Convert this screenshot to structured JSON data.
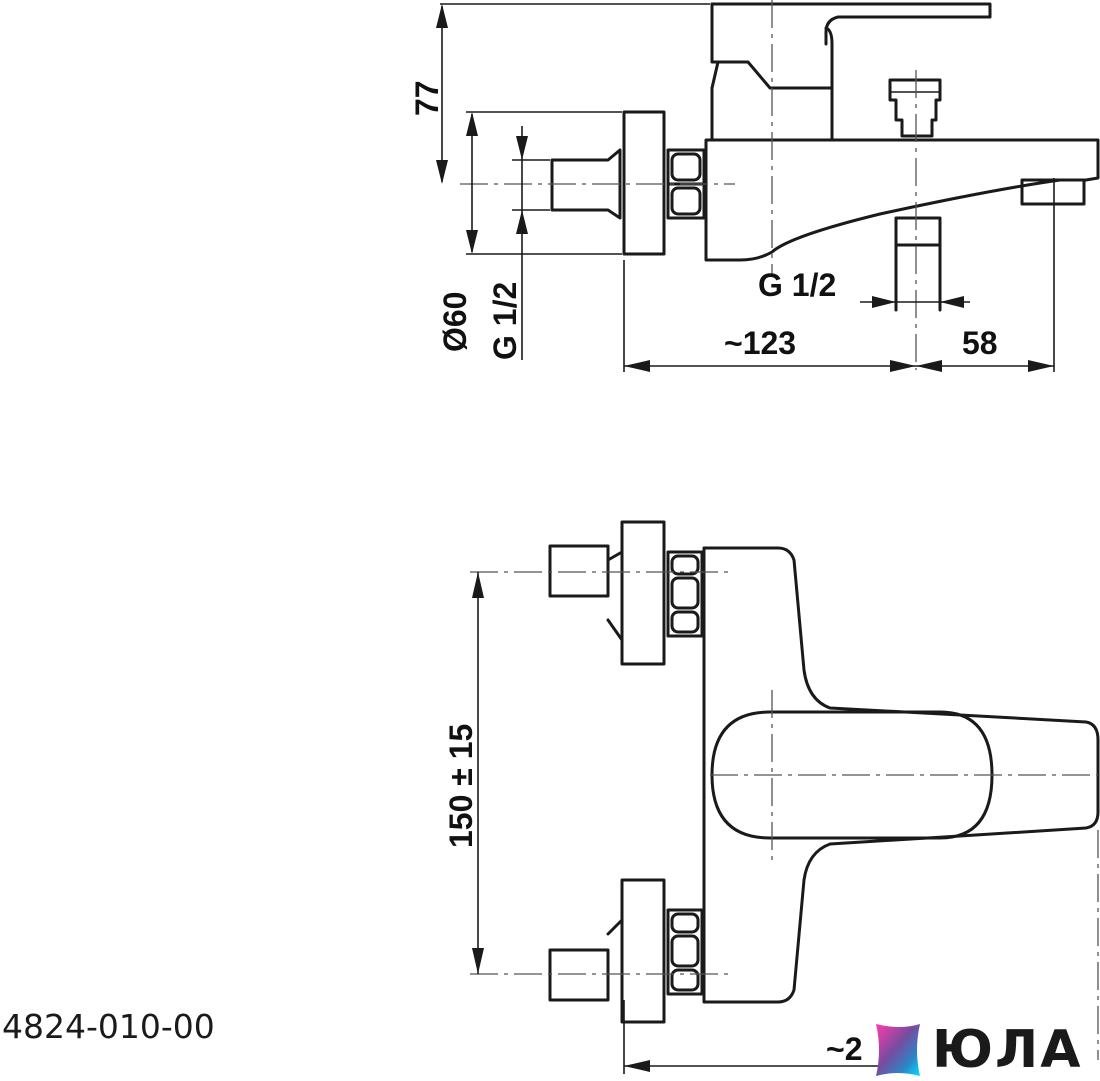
{
  "drawing": {
    "dims_top": {
      "height_77": "77",
      "diameter": "Ø60",
      "thread_left": "G 1/2",
      "thread_spout": "G 1/2",
      "depth_123": "~123",
      "spout_58": "58"
    },
    "dims_front": {
      "spacing": "150 ± 15",
      "width_partial": "~2"
    },
    "part_code": "4824-010-00"
  },
  "logo": {
    "text": "ЮЛА",
    "colors": [
      "#ff3cac",
      "#784ba0",
      "#2b86c5",
      "#00e0ff"
    ]
  }
}
